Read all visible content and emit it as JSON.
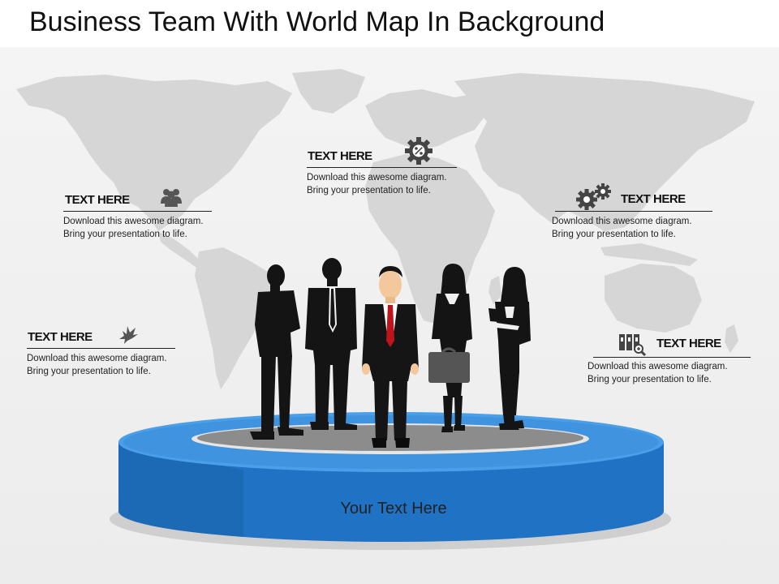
{
  "slide": {
    "title": "Business Team With World Map In Background",
    "stage_label": "Your Text Here"
  },
  "callouts": [
    {
      "heading": "TEXT HERE",
      "line1": "Download  this awesome diagram.",
      "line2": "Bring your presentation  to life.",
      "icon": "group-people-icon"
    },
    {
      "heading": "TEXT HERE",
      "line1": "Download  this awesome diagram.",
      "line2": "Bring your presentation  to life.",
      "icon": "dove-bird-icon"
    },
    {
      "heading": "TEXT HERE",
      "line1": "Download  this awesome diagram.",
      "line2": "Bring your presentation  to life.",
      "icon": "gear-percent-icon"
    },
    {
      "heading": "TEXT HERE",
      "line1": "Download  this awesome diagram.",
      "line2": "Bring your presentation  to life.",
      "icon": "gears-icon"
    },
    {
      "heading": "TEXT HERE",
      "line1": "Download  this awesome diagram.",
      "line2": "Bring your presentation  to life.",
      "icon": "binders-search-icon"
    }
  ],
  "colors": {
    "stage_blue": "#1f78c8",
    "stage_top_light": "#5aa9ea",
    "platform_gray": "#8c8c8c",
    "tie_red": "#c0141c",
    "map_gray": "#d6d6d6"
  }
}
